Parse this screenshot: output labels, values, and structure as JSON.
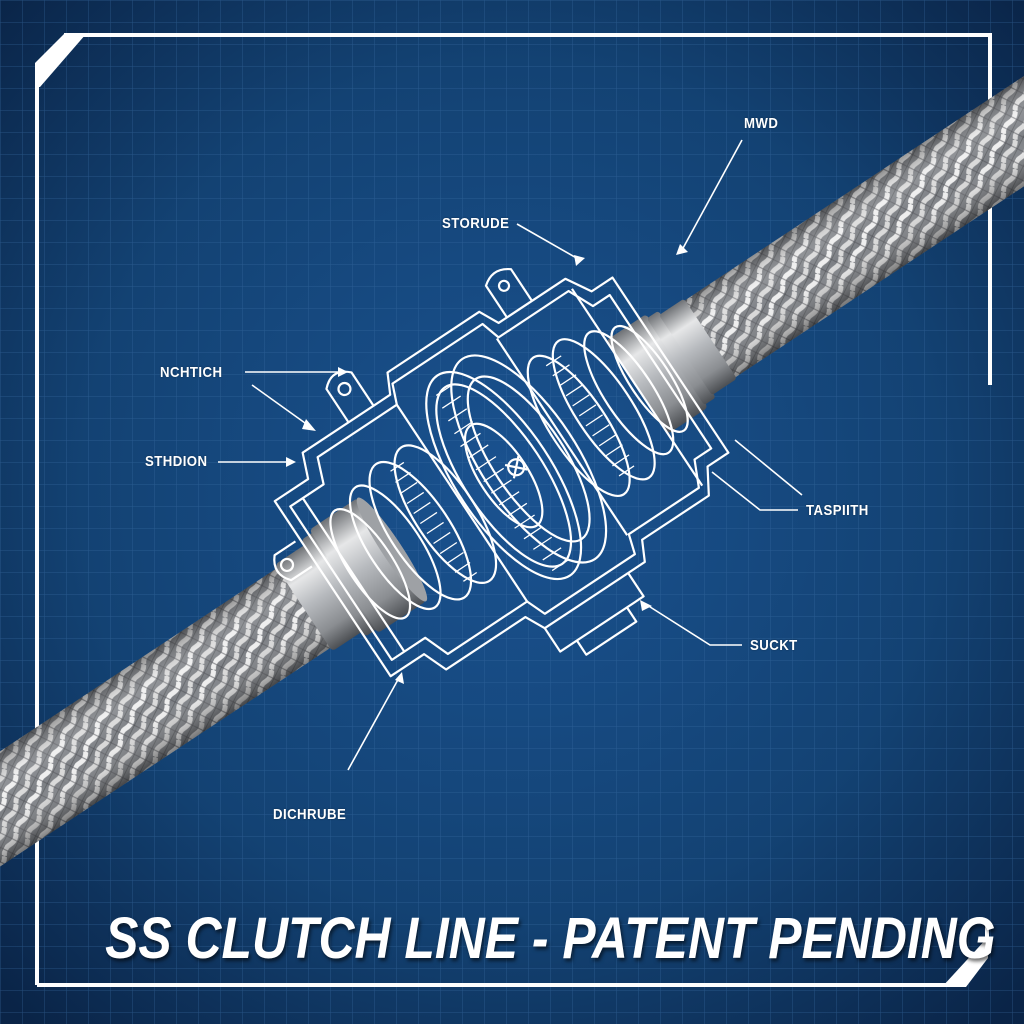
{
  "poster": {
    "title": "SS CLUTCH LINE - PATENT PENDING",
    "subject": "Stainless steel braided clutch line with cutaway gear coupling blueprint",
    "colors": {
      "background": "#0e3461",
      "background_center": "#1a5290",
      "grid_line": "#3b6da3",
      "frame": "#ffffff",
      "linework": "#ffffff",
      "label_text": "#ffffff",
      "braid_light": "#e2e2e2",
      "braid_dark": "#6d6f73",
      "fitting_metal": "#b9bcc0"
    }
  },
  "callouts": [
    {
      "id": "mwd",
      "label": "MWD"
    },
    {
      "id": "storude",
      "label": "STORUDE"
    },
    {
      "id": "nchtich",
      "label": "NCHTICH"
    },
    {
      "id": "sthdion",
      "label": "STHDION"
    },
    {
      "id": "taspiith",
      "label": "TASPIITH"
    },
    {
      "id": "suckt",
      "label": "SUCKT"
    },
    {
      "id": "dichrube",
      "label": "DICHRUBE"
    }
  ]
}
